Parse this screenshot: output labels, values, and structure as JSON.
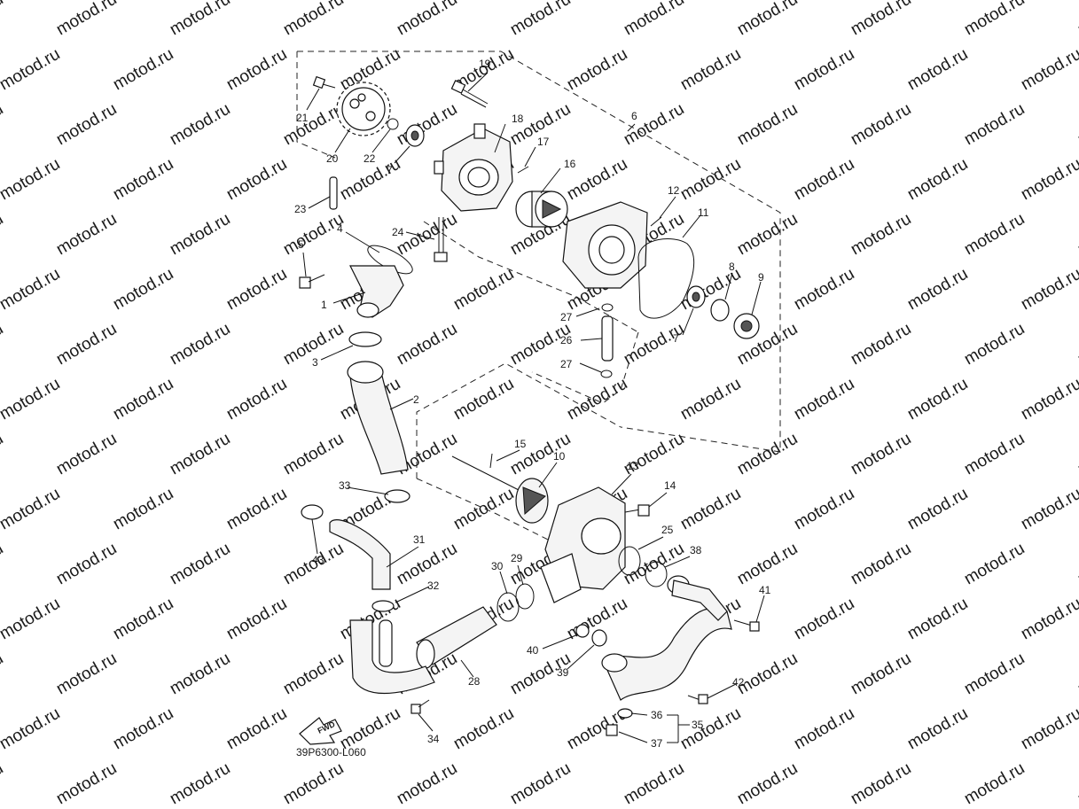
{
  "watermark_text": "motod.ru",
  "diagram_code": "39P6300-L060",
  "fwd_label": "FWD",
  "callouts": [
    "1",
    "2",
    "3",
    "4",
    "5",
    "6",
    "7",
    "7",
    "8",
    "9",
    "10",
    "11",
    "12",
    "13",
    "14",
    "15",
    "16",
    "17",
    "18",
    "19",
    "20",
    "21",
    "22",
    "23",
    "24",
    "25",
    "26",
    "27",
    "27",
    "28",
    "29",
    "30",
    "31",
    "32",
    "33",
    "34",
    "35",
    "36",
    "37",
    "38",
    "39",
    "40",
    "41",
    "42",
    "43"
  ]
}
